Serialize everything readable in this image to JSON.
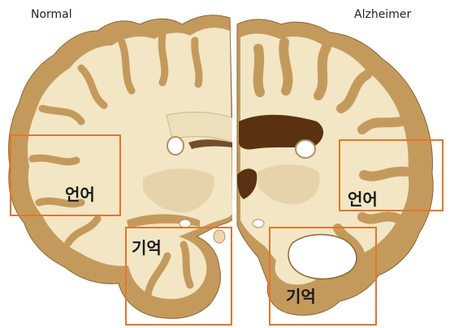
{
  "panels": {
    "left_title": "Normal",
    "right_title": "Alzheimer"
  },
  "regions": {
    "normal_language": "언어",
    "normal_memory": "기억",
    "alzheimer_language": "언어",
    "alzheimer_memory": "기억"
  },
  "colors": {
    "highlight_box": "#e8742a",
    "cortex": "#c49a5c",
    "white_matter": "#f2e6c4",
    "ventricle": "#5a3212",
    "background": "#ffffff"
  }
}
